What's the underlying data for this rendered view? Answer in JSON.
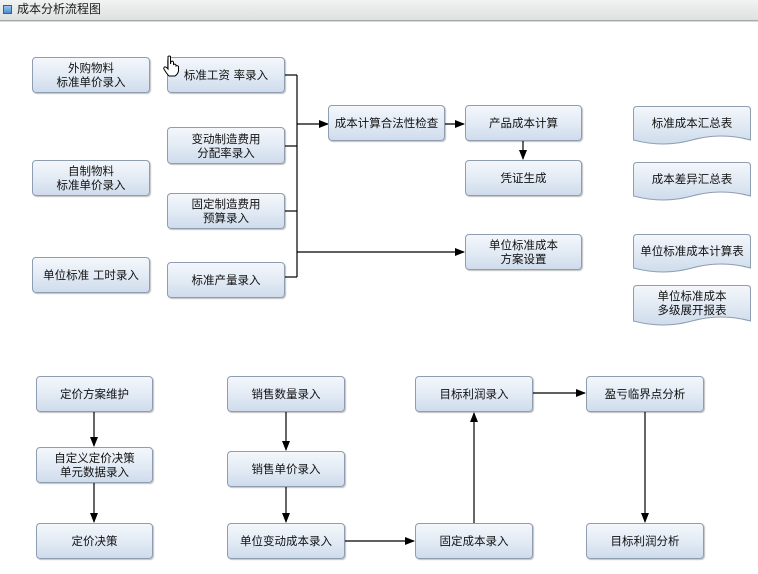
{
  "window": {
    "title": "成本分析流程图",
    "title_icon": "window-icon"
  },
  "colors": {
    "box_top": "#f4f7fb",
    "box_bottom": "#cfdcec",
    "box_border": "#8e9db0",
    "connector": "#000000",
    "titlebar_bg": "#e4e8e6"
  },
  "flow": {
    "purchased_material_price": "外购物料\n标准单价录入",
    "standard_wage_rate": "标准工资  率录入",
    "variable_overhead_rate": "变动制造费用\n分配率录入",
    "fixed_overhead_budget": "固定制造费用\n预算录入",
    "standard_output": "标准产量录入",
    "self_made_material_price": "自制物料\n标准单价录入",
    "unit_standard_hours": "单位标准  工时录入",
    "cost_calc_validity_check": "成本计算合法性检查",
    "product_cost_calc": "产品成本计算",
    "voucher_generation": "凭证生成",
    "unit_standard_cost_plan": "单位标准成本\n方案设置"
  },
  "reports": {
    "standard_cost_summary": "标准成本汇总表",
    "cost_variance_summary": "成本差异汇总表",
    "unit_standard_cost_calc_table": "单位标准成本计算表",
    "unit_standard_cost_multilevel": "单位标准成本\n多级展开报表"
  },
  "pricing": {
    "pricing_plan_maintenance": "定价方案维护",
    "custom_pricing_data_entry": "自定义定价决策\n单元数据录入",
    "pricing_decision": "定价决策"
  },
  "profit": {
    "sales_quantity_entry": "销售数量录入",
    "sales_unit_price_entry": "销售单价录入",
    "unit_variable_cost_entry": "单位变动成本录入",
    "fixed_cost_entry": "固定成本录入",
    "target_profit_entry": "目标利润录入",
    "breakeven_analysis": "盈亏临界点分析",
    "target_profit_analysis": "目标利润分析"
  },
  "cursor": "hand-pointer-icon"
}
